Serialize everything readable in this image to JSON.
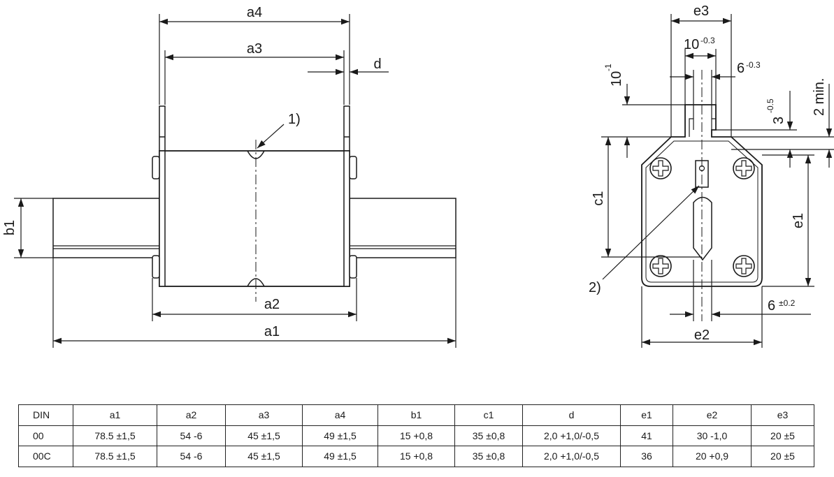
{
  "front_view": {
    "labels": {
      "a1": "a1",
      "a2": "a2",
      "a3": "a3",
      "a4": "a4",
      "b1": "b1",
      "d": "d",
      "note1": "1)"
    }
  },
  "side_view": {
    "labels": {
      "e1": "e1",
      "e2": "e2",
      "e3": "e3",
      "c1": "c1",
      "note2": "2)",
      "w10": "10",
      "w10_tol": "-0.3",
      "w6": "6",
      "w6_tol": "-0.3",
      "h10": "10",
      "h10_tol": "-1",
      "h3": "3",
      "h3_tol": "-0.5",
      "min2": "2 min.",
      "off6": "6",
      "off6_tol": "±0.2"
    }
  },
  "table": {
    "headers": [
      "DIN",
      "a1",
      "a2",
      "a3",
      "a4",
      "b1",
      "c1",
      "d",
      "e1",
      "e2",
      "e3"
    ],
    "rows": [
      [
        "00",
        "78.5 ±1,5",
        "54 -6",
        "45 ±1,5",
        "49 ±1,5",
        "15 +0,8",
        "35 ±0,8",
        "2,0 +1,0/-0,5",
        "41",
        "30 -1,0",
        "20 ±5"
      ],
      [
        "00C",
        "78.5 ±1,5",
        "54 -6",
        "45 ±1,5",
        "49 ±1,5",
        "15 +0,8",
        "35 ±0,8",
        "2,0 +1,0/-0,5",
        "36",
        "20 +0,9",
        "20 ±5"
      ]
    ]
  }
}
